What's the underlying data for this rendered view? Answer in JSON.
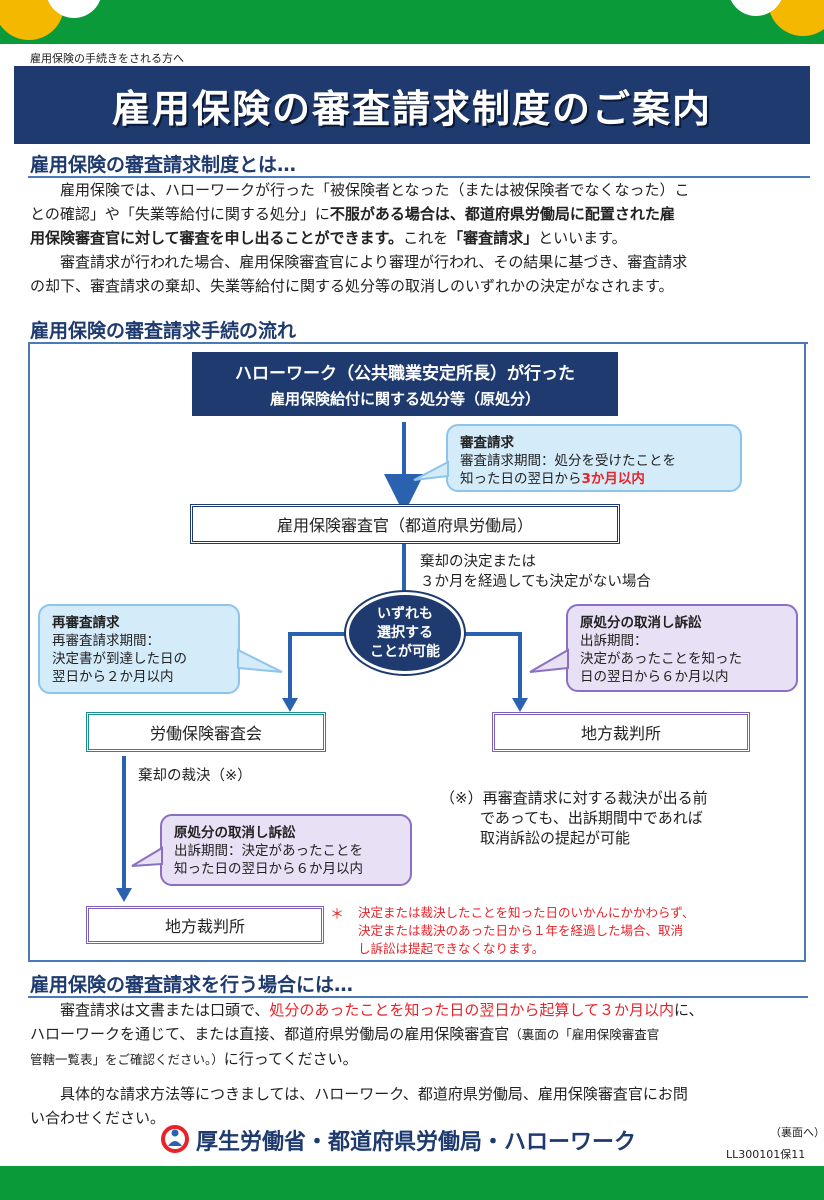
{
  "header_small": "雇用保険の手続きをされる方へ",
  "title": "雇用保険の審査請求制度のご案内",
  "section1": {
    "heading": "雇用保険の審査請求制度とは…",
    "p1_a": "雇用保険では、ハローワークが行った「被保険者となった（または被保険者でなくなった）こ",
    "p1_b": "との確認」や「失業等給付に関する処分」に",
    "p1_bold1": "不服がある場合は、都道府県労働局に配置された雇",
    "p1_bold2": "用保険審査官に対して審査を申し出ることができます。",
    "p1_c": "これを",
    "p1_bold3": "「審査請求」",
    "p1_d": "といいます。",
    "p2_a": "審査請求が行われた場合、雇用保険審査官により審理が行われ、その結果に基づき、審査請求",
    "p2_b": "の却下、審査請求の棄却、失業等給付に関する処分等の取消しのいずれかの決定がなされます。"
  },
  "section2": {
    "heading": "雇用保険の審査請求手続の流れ",
    "top_box_line1": "ハローワーク（公共職業安定所長）が行った",
    "top_box_line2": "雇用保険給付に関する処分等（原処分）",
    "bubble1_title": "審査請求",
    "bubble1_line1": "審査請求期間：処分を受けたことを",
    "bubble1_line2a": "知った日の翌日から",
    "bubble1_line2b": "3か月以内",
    "examiner_box": "雇用保険審査官（都道府県労働局）",
    "dismiss_line1": "棄却の決定または",
    "dismiss_line2": "３か月を経過しても決定がない場合",
    "oval_line1": "いずれも",
    "oval_line2": "選択する",
    "oval_line3": "ことが可能",
    "bubble2_title": "再審査請求",
    "bubble2_line1": "再審査請求期間：",
    "bubble2_line2": "決定書が到達した日の",
    "bubble2_line3": "翌日から２か月以内",
    "bubble3_title": "原処分の取消し訴訟",
    "bubble3_line1": "出訴期間：",
    "bubble3_line2": "決定があったことを知った",
    "bubble3_line3": "日の翌日から６か月以内",
    "council_box": "労働保険審査会",
    "court_box1": "地方裁判所",
    "rejection_label": "棄却の裁決（※）",
    "note_line1": "（※）再審査請求に対する裁決が出る前",
    "note_line2": "であっても、出訴期間中であれば",
    "note_line3": "取消訴訟の提起が可能",
    "bubble4_title": "原処分の取消し訴訟",
    "bubble4_line1": "出訴期間：決定があったことを",
    "bubble4_line2": "知った日の翌日から６か月以内",
    "court_box2": "地方裁判所",
    "asterisk": "＊",
    "red_note_line1": "決定または裁決したことを知った日のいかんにかかわらず、",
    "red_note_line2": "決定または裁決のあった日から１年を経過した場合、取消",
    "red_note_line3": "し訴訟は提起できなくなります。"
  },
  "section3": {
    "heading": "雇用保険の審査請求を行う場合には…",
    "p1_a": "審査請求は文書または口頭で、",
    "p1_red": "処分のあったことを知った日の翌日から起算して３か月以内",
    "p1_b": "に、",
    "p1_line2": "ハローワークを通じて、または直接、都道府県労働局の雇用保険審査官",
    "p1_small": "（裏面の「雇用保険審査官",
    "p1_line3_small": "管轄一覧表」をご確認ください。）",
    "p1_line3": "に行ってください。",
    "p2_a": "具体的な請求方法等につきましては、ハローワーク、都道府県労働局、雇用保険審査官にお問",
    "p2_b": "い合わせください。"
  },
  "footer": {
    "ministry": "厚生労働省・都道府県労働局・ハローワーク",
    "back": "（裏面へ）",
    "code": "LL300101保11"
  },
  "colors": {
    "navy": "#1e3a6e",
    "green": "#0a9a3a",
    "yellow": "#f5b800",
    "red": "#e8232a"
  }
}
